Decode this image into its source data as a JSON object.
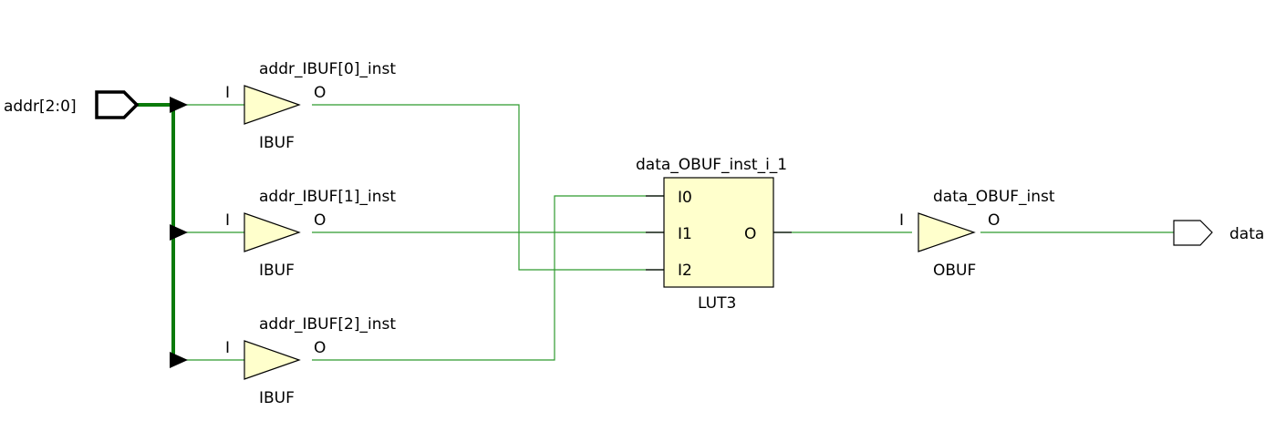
{
  "input_port": {
    "label": "addr[2:0]"
  },
  "output_port": {
    "label": "data"
  },
  "ibufs": [
    {
      "instance": "addr_IBUF[0]_inst",
      "type": "IBUF",
      "pin_in": "I",
      "pin_out": "O"
    },
    {
      "instance": "addr_IBUF[1]_inst",
      "type": "IBUF",
      "pin_in": "I",
      "pin_out": "O"
    },
    {
      "instance": "addr_IBUF[2]_inst",
      "type": "IBUF",
      "pin_in": "I",
      "pin_out": "O"
    }
  ],
  "lut": {
    "instance": "data_OBUF_inst_i_1",
    "type": "LUT3",
    "pins_in": [
      "I0",
      "I1",
      "I2"
    ],
    "pin_out": "O"
  },
  "obuf": {
    "instance": "data_OBUF_inst",
    "type": "OBUF",
    "pin_in": "I",
    "pin_out": "O"
  },
  "colors": {
    "wire": "#2e9a2e",
    "bus": "#0a7a0a",
    "cell_fill": "#ffffcc",
    "outline": "#000000"
  }
}
